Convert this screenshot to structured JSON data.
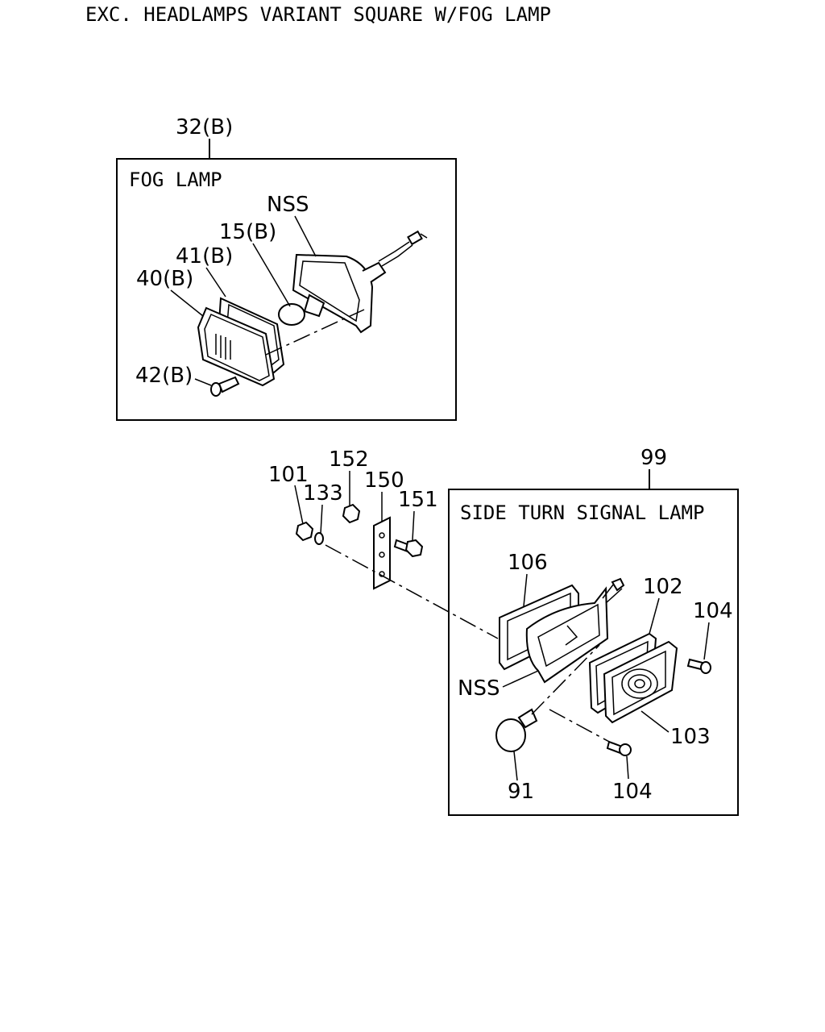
{
  "title": "EXC. HEADLAMPS VARIANT SQUARE W/FOG LAMP",
  "fog_box": {
    "ref": "32(B)",
    "heading": "FOG LAMP",
    "labels": {
      "nss": "NSS",
      "p15": "15(B)",
      "p41": "41(B)",
      "p40": "40(B)",
      "p42": "42(B)"
    }
  },
  "side_box": {
    "ref": "99",
    "heading": "SIDE TURN SIGNAL LAMP",
    "labels": {
      "p106": "106",
      "p102": "102",
      "p104a": "104",
      "p103": "103",
      "p104b": "104",
      "p91": "91",
      "nss": "NSS"
    }
  },
  "bracket_labels": {
    "p101": "101",
    "p133": "133",
    "p152": "152",
    "p150": "150",
    "p151": "151"
  }
}
